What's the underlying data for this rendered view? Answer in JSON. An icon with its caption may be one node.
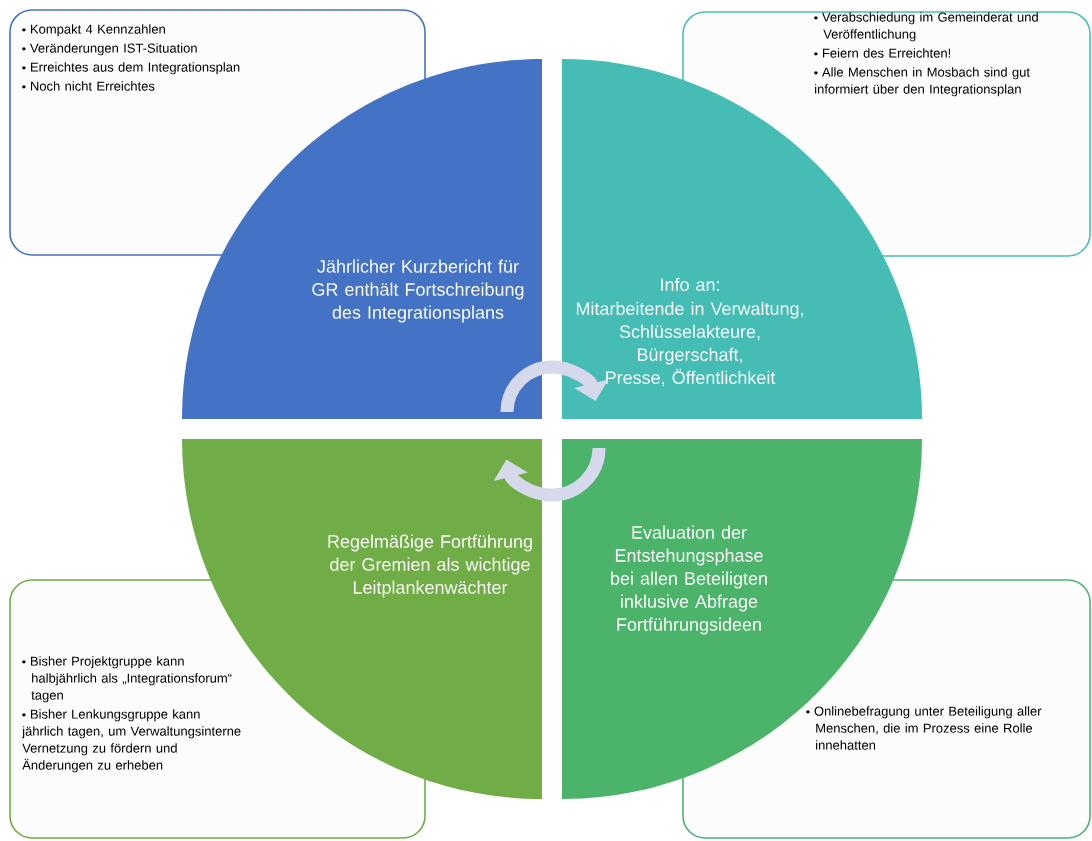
{
  "diagram": {
    "nodes": [
      {
        "text": [
          "Kompakt 4 Kennzahlen",
          "Veränderungen IST-Situation",
          "Erreichtes aus dem Integrationsplan",
          "Noch nicht Erreichtes"
        ]
      },
      {
        "text": [
          "Verabschiedung im Gemeinderat und Veröffentlichung",
          "Feiern des Erreichten!",
          "Alle Menschen in Mosbach sind gut informiert über den Integrationsplan"
        ]
      },
      {
        "text": [
          "Jährlicher Kurzbericht für GR enthält Fortschreibung des Integrationsplans"
        ]
      },
      {
        "text": [
          "Info an:",
          "Mitarbeitende in Verwaltung, Schlüsselakteure, Bürgerschaft, Presse, Öffentlichkeit"
        ]
      },
      {
        "text": [
          "Regelmäßige Fortführung der Gremien als wichtige Leitplankenwächter"
        ]
      },
      {
        "text": [
          "Evaluation der Entstehungsphase bei allen Beteiligten inklusive Abfrage Fortführungsideen"
        ]
      },
      {
        "text": [
          "Bisher Projektgruppe kann halbjährlich als „Integrationsforum“ tagen",
          "Bisher Lenkungsgruppe kann jährlich tagen, um Verwaltungsinterne Vernetzung zu fördern und Änderungen zu erheben"
        ]
      },
      {
        "text": [
          "Onlinebefragung unter Beteiligung aller Menschen, die im Prozess eine Rolle innehatten"
        ]
      }
    ],
    "edges": [
      {
        "from": 2,
        "to": 3,
        "arrow": "to"
      },
      {
        "from": 5,
        "to": 4,
        "arrow": "to"
      }
    ]
  }
}
